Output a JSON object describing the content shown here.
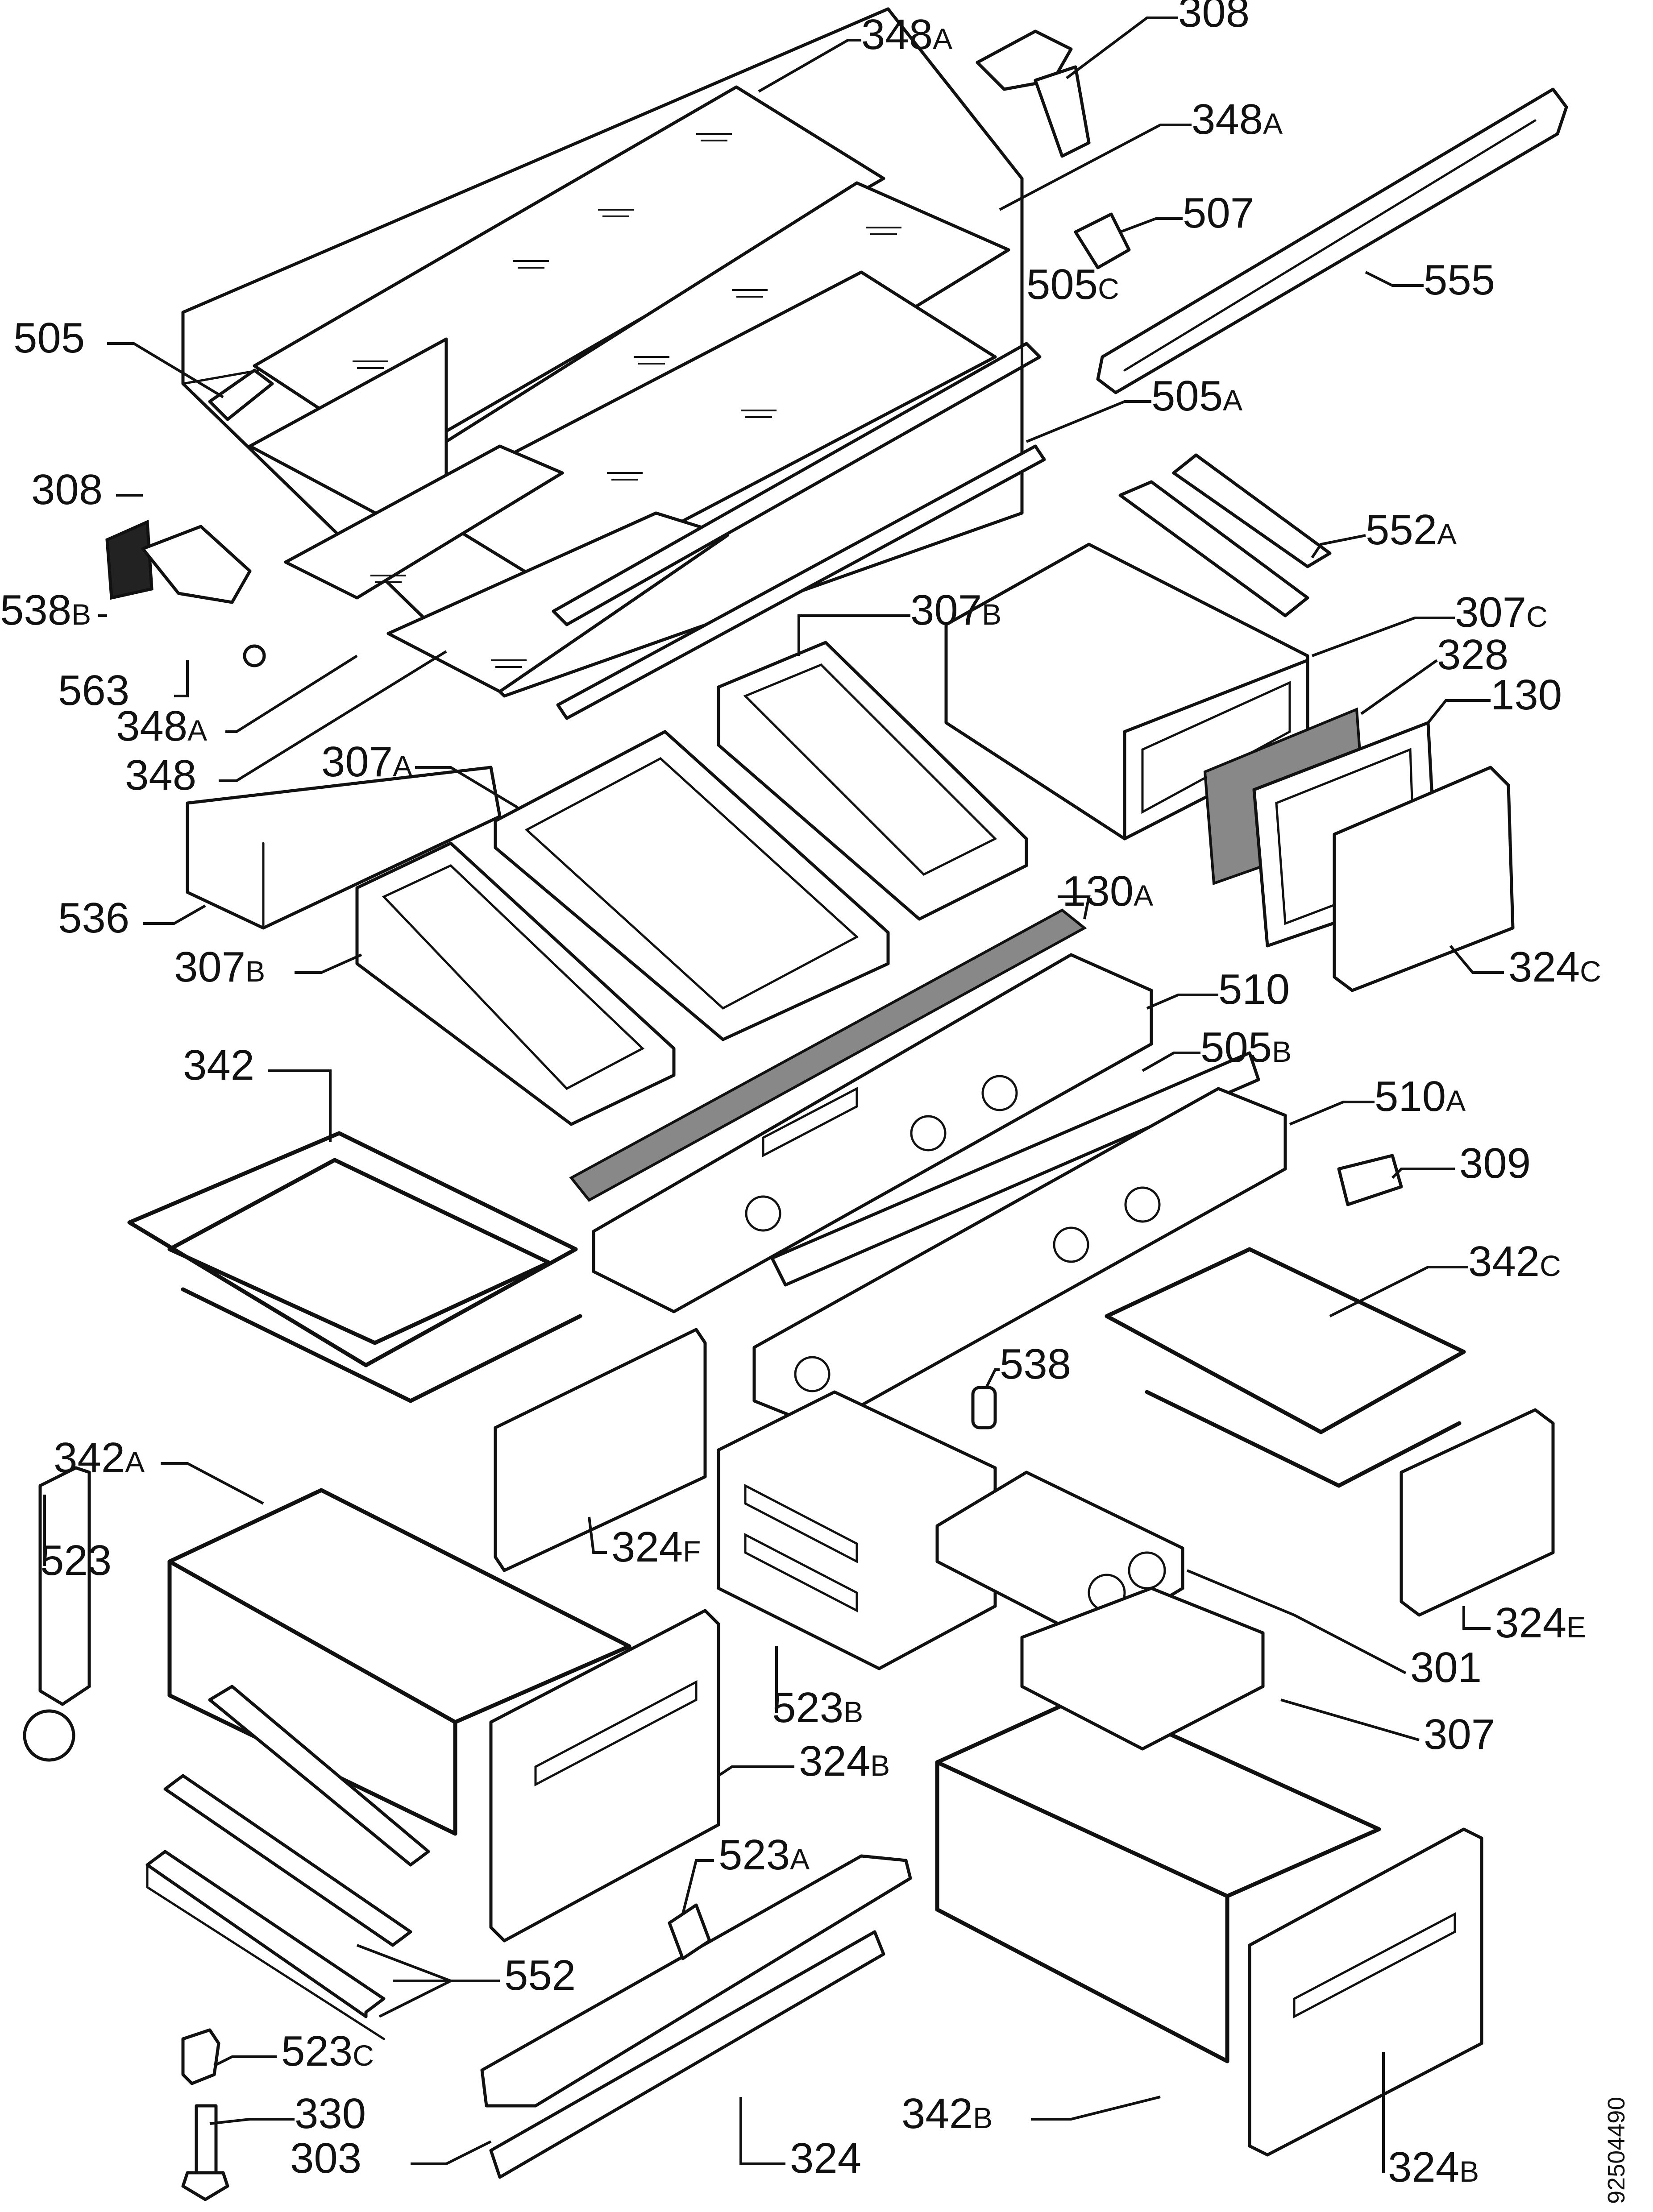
{
  "document_number": "92504490",
  "callouts": [
    {
      "id": "c-348a-top",
      "number": "348",
      "suffix": "A"
    },
    {
      "id": "c-308-top",
      "number": "308",
      "suffix": ""
    },
    {
      "id": "c-348a-right",
      "number": "348",
      "suffix": "A"
    },
    {
      "id": "c-507",
      "number": "507",
      "suffix": ""
    },
    {
      "id": "c-505c",
      "number": "505",
      "suffix": "C"
    },
    {
      "id": "c-555",
      "number": "555",
      "suffix": ""
    },
    {
      "id": "c-505",
      "number": "505",
      "suffix": ""
    },
    {
      "id": "c-505a",
      "number": "505",
      "suffix": "A"
    },
    {
      "id": "c-308-left",
      "number": "308",
      "suffix": ""
    },
    {
      "id": "c-552a",
      "number": "552",
      "suffix": "A"
    },
    {
      "id": "c-538b",
      "number": "538",
      "suffix": "B"
    },
    {
      "id": "c-307b-top",
      "number": "307",
      "suffix": "B"
    },
    {
      "id": "c-307c",
      "number": "307",
      "suffix": "C"
    },
    {
      "id": "c-563",
      "number": "563",
      "suffix": ""
    },
    {
      "id": "c-328",
      "number": "328",
      "suffix": ""
    },
    {
      "id": "c-348a-left",
      "number": "348",
      "suffix": "A"
    },
    {
      "id": "c-130",
      "number": "130",
      "suffix": ""
    },
    {
      "id": "c-307a",
      "number": "307",
      "suffix": "A"
    },
    {
      "id": "c-348",
      "number": "348",
      "suffix": ""
    },
    {
      "id": "c-536",
      "number": "536",
      "suffix": ""
    },
    {
      "id": "c-130a",
      "number": "130",
      "suffix": "A"
    },
    {
      "id": "c-307b-left",
      "number": "307",
      "suffix": "B"
    },
    {
      "id": "c-324c",
      "number": "324",
      "suffix": "C"
    },
    {
      "id": "c-510",
      "number": "510",
      "suffix": ""
    },
    {
      "id": "c-342",
      "number": "342",
      "suffix": ""
    },
    {
      "id": "c-505b",
      "number": "505",
      "suffix": "B"
    },
    {
      "id": "c-510a",
      "number": "510",
      "suffix": "A"
    },
    {
      "id": "c-309",
      "number": "309",
      "suffix": ""
    },
    {
      "id": "c-342c",
      "number": "342",
      "suffix": "C"
    },
    {
      "id": "c-538",
      "number": "538",
      "suffix": ""
    },
    {
      "id": "c-342a",
      "number": "342",
      "suffix": "A"
    },
    {
      "id": "c-324f",
      "number": "324",
      "suffix": "F"
    },
    {
      "id": "c-523",
      "number": "523",
      "suffix": ""
    },
    {
      "id": "c-324e",
      "number": "324",
      "suffix": "E"
    },
    {
      "id": "c-301",
      "number": "301",
      "suffix": ""
    },
    {
      "id": "c-523b",
      "number": "523",
      "suffix": "B"
    },
    {
      "id": "c-307",
      "number": "307",
      "suffix": ""
    },
    {
      "id": "c-324b-mid",
      "number": "324",
      "suffix": "B"
    },
    {
      "id": "c-523a",
      "number": "523",
      "suffix": "A"
    },
    {
      "id": "c-552",
      "number": "552",
      "suffix": ""
    },
    {
      "id": "c-523c",
      "number": "523",
      "suffix": "C"
    },
    {
      "id": "c-330",
      "number": "330",
      "suffix": ""
    },
    {
      "id": "c-342b",
      "number": "342",
      "suffix": "B"
    },
    {
      "id": "c-303",
      "number": "303",
      "suffix": ""
    },
    {
      "id": "c-324",
      "number": "324",
      "suffix": ""
    },
    {
      "id": "c-324b-right",
      "number": "324",
      "suffix": "B"
    }
  ]
}
